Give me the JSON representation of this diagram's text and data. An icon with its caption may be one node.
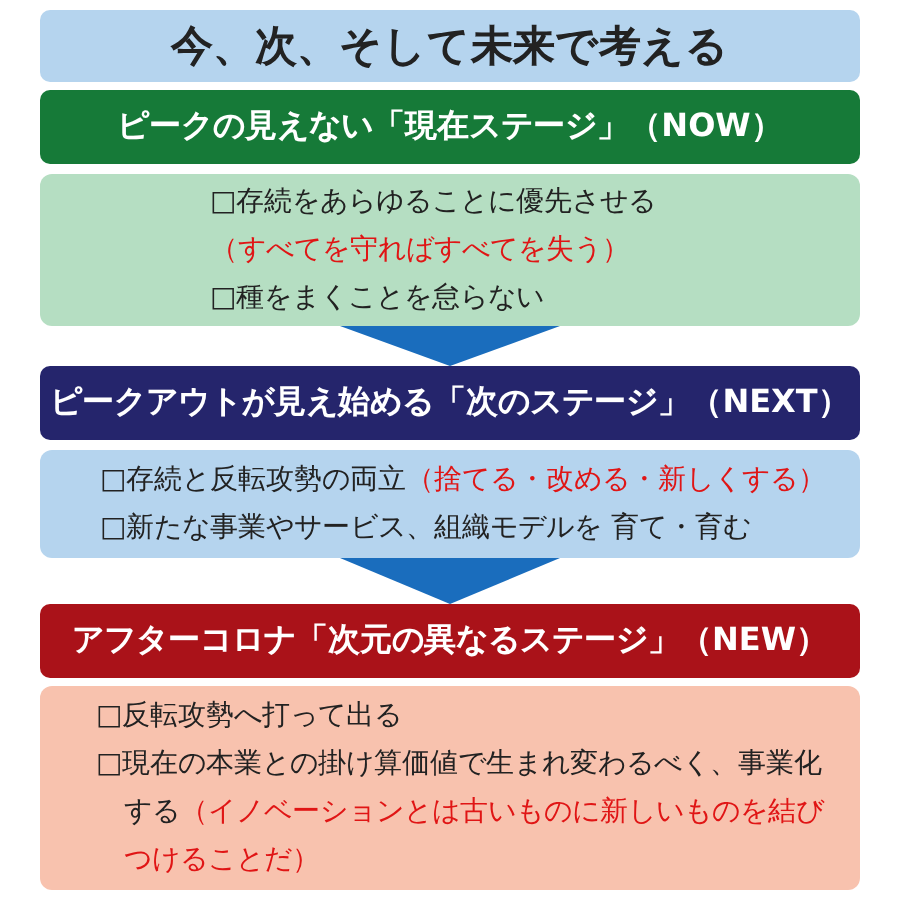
{
  "diagram": {
    "title": "今、次、そして未来で考える",
    "nodes": [
      {
        "text": [
          "ピークの見えない「現在ステージ」（NOW）"
        ]
      },
      {
        "text": [
          "□存続をあらゆることに優先させる",
          "（すべてを守ればすべてを失う）",
          "□種をまくことを怠らない"
        ]
      },
      {
        "text": [
          "ピークアウトが見え始める「次のステージ」（NEXT）"
        ]
      },
      {
        "text": [
          "□存続と反転攻勢の両立",
          "（捨てる・改める・新しくする）",
          "□新たな事業やサービス、組織モデルを 育て・育む"
        ]
      },
      {
        "text": [
          "アフターコロナ「次元の異なるステージ」（NEW）"
        ]
      },
      {
        "text": [
          "□反転攻勢へ打って出る",
          "□現在の本業との掛け算価値で生まれ変わるべく、事業化する",
          "（イノベーションとは古いものに新しいものを結びつけることだ）"
        ]
      }
    ],
    "edges": [
      {
        "from": 1,
        "to": 2,
        "arrow": "to"
      },
      {
        "from": 3,
        "to": 4,
        "arrow": "to"
      }
    ]
  }
}
